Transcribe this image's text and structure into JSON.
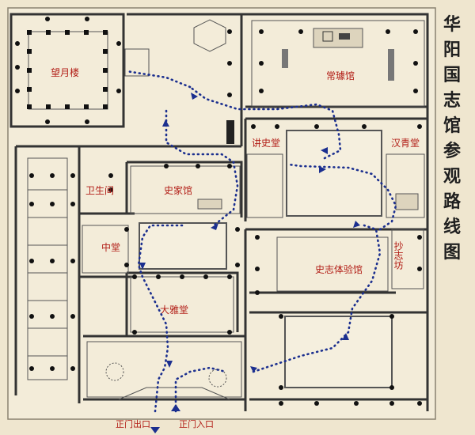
{
  "map": {
    "title_chars": [
      "华",
      "阳",
      "国",
      "志",
      "馆",
      "参",
      "观",
      "路",
      "线",
      "图"
    ],
    "rooms": {
      "wangyuelou": "望月楼",
      "changqu": "常璩馆",
      "jiangshitang": "讲史堂",
      "hanqingtang": "汉青堂",
      "weishengjian": "卫生间",
      "shijiaguan": "史家馆",
      "zhongtang": "中堂",
      "chaozhifang": "抄志坊",
      "shizhitiyanguan": "史志体验馆",
      "dayatang": "大雅堂"
    },
    "gates": {
      "exit": "正门出口",
      "entrance": "正门入口"
    },
    "colors": {
      "paper": "#efe6cf",
      "wall": "#333333",
      "route": "#1b2f8f",
      "label": "#b21d16"
    }
  }
}
